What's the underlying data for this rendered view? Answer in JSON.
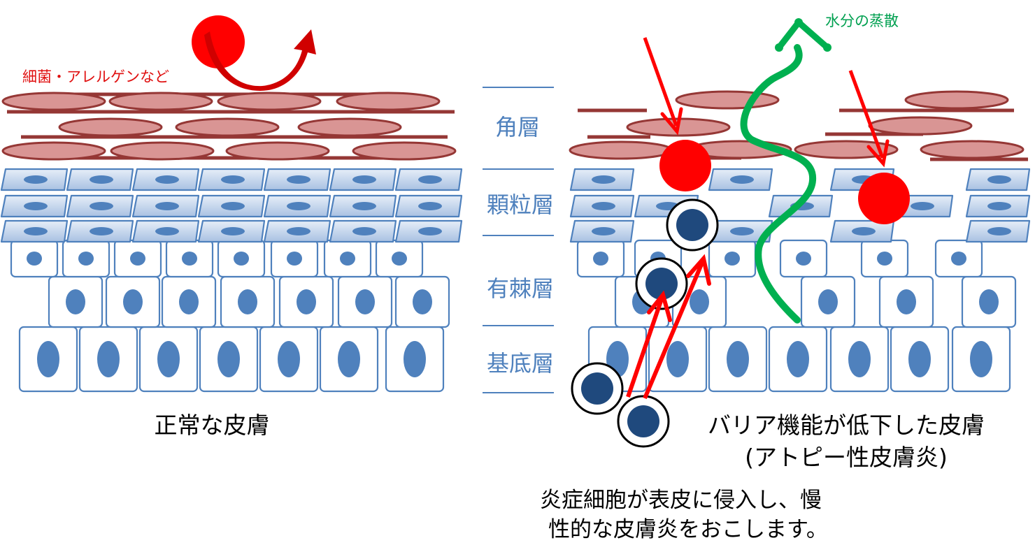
{
  "labels": {
    "allergen": "細菌・アレルゲンなど",
    "evaporation": "水分の蒸散",
    "normal_skin": "正常な皮膚",
    "barrier_line1": "バリア機能が低下した皮膚",
    "barrier_line2": "(アトピー性皮膚炎)",
    "inflammation_line1": "炎症細胞が表皮に侵入し、慢",
    "inflammation_line2": "性的な皮膚炎をおこします。"
  },
  "layers": [
    {
      "name": "角層"
    },
    {
      "name": "顆粒層"
    },
    {
      "name": "有棘層"
    },
    {
      "name": "基底層"
    }
  ],
  "colors": {
    "corneocyte_fill": "#d99594",
    "corneocyte_stroke": "#953735",
    "granular_fill": "#b8cce4",
    "cell_stroke": "#4f81bd",
    "nucleus": "#4f81bd",
    "allergen_red": "#ff0000",
    "water_green": "#00b050",
    "immune_navy": "#1f497d",
    "layer_label": "#4f81bd",
    "allergen_text": "#e01010",
    "water_text": "#00a050"
  }
}
